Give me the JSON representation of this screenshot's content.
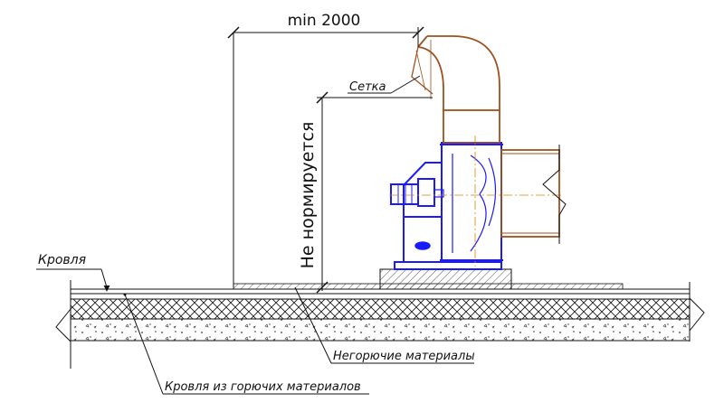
{
  "labels": {
    "min_distance": "min 2000",
    "not_regulated": "Не нормируется",
    "mesh": "Сетка",
    "roof": "Кровля",
    "non_combustible": "Негорючие материалы",
    "combustible_roof": "Кровля из горючих материалов"
  },
  "colors": {
    "fan_outline": "#1a1aff",
    "duct_outline": "#a0501e",
    "axis": "#e08000",
    "line": "#111111"
  }
}
